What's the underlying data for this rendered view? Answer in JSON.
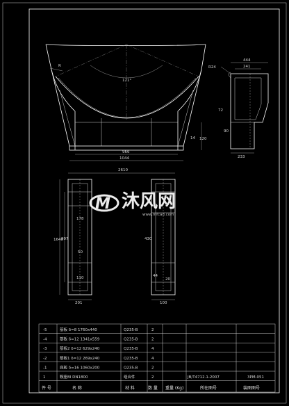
{
  "views": {
    "front": {
      "dims": {
        "radius": "R",
        "angle": "121°",
        "inner_width": "966",
        "outer_width": "1044",
        "right_a": "14",
        "right_b": "120"
      }
    },
    "side": {
      "dims": {
        "top_total": "444",
        "top_partial": "241",
        "radius": "R24",
        "mid": "72",
        "lower": "90",
        "bottom": "233"
      }
    },
    "plan": {
      "dims": {
        "overall": "2610",
        "height_total": "1640",
        "height_inner": "997",
        "upper_offset": "178",
        "mid_a": "50",
        "mid_b": "110",
        "right_mid": "430",
        "bottom_left": "201",
        "bottom_right": "100",
        "small_a": "44",
        "small_b": "20"
      }
    }
  },
  "watermark": {
    "brand_cn": "沐风网",
    "brand_url": "www.mfcad.com"
  },
  "bom": {
    "rows": [
      {
        "no": "-5",
        "name": "筋板 δ=8 1760x440",
        "qty_text": "Q235-B",
        "count": "2",
        "c5": "",
        "c6": "",
        "c7": ""
      },
      {
        "no": "-4",
        "name": "筋板 δ=12 1341x559",
        "qty_text": "Q235-B",
        "count": "2",
        "c5": "",
        "c6": "",
        "c7": ""
      },
      {
        "no": "-3",
        "name": "筋板2 δ=12 629x240",
        "qty_text": "Q235-B",
        "count": "4",
        "c5": "",
        "c6": "",
        "c7": ""
      },
      {
        "no": "-2",
        "name": "筋板1 δ=12 269x240",
        "qty_text": "Q235-B",
        "count": "4",
        "c5": "",
        "c6": "",
        "c7": ""
      },
      {
        "no": "-1",
        "name": "底板 δ=16 1060x200",
        "qty_text": "Q235-B",
        "count": "2",
        "c5": "",
        "c6": "",
        "c7": ""
      },
      {
        "no": "1",
        "name": "鞍座BI DN1800",
        "qty_text": "组合件",
        "count": "2",
        "c5": "",
        "c6": "JB/T4712.1-2007",
        "c7": "3PM-051"
      }
    ],
    "header": {
      "no": "件 号",
      "name": "名    称",
      "material": "材  料",
      "count": "数 量",
      "weight": "重量 (Kg)",
      "drawing": "所在图号",
      "ref": "装图图号"
    }
  }
}
